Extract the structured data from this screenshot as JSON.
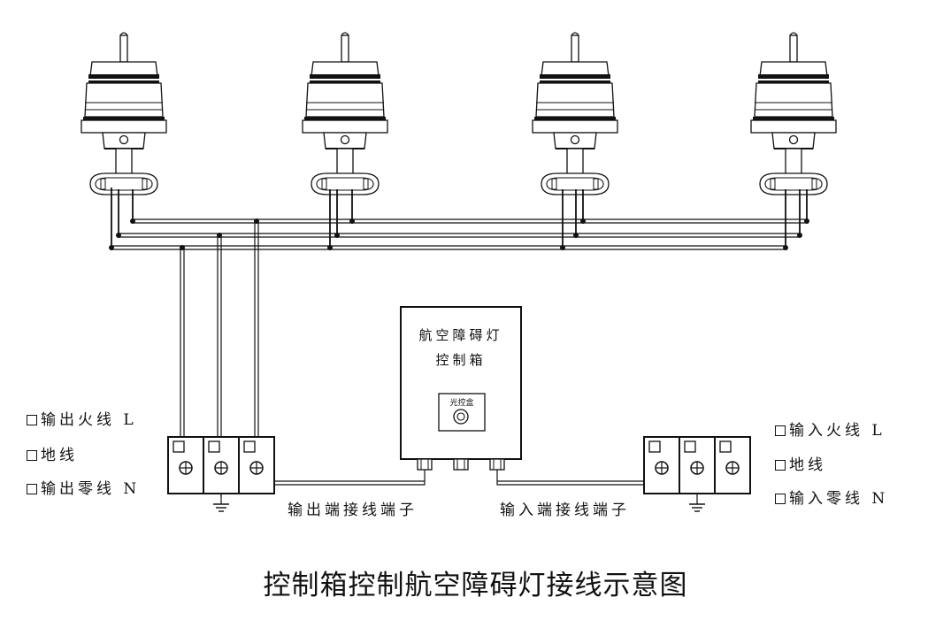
{
  "diagram": {
    "title": "控制箱控制航空障碍灯接线示意图",
    "control_box": {
      "line1": "航空障碍灯",
      "line2": "控制箱",
      "sensor_label": "光控盒"
    },
    "output_terminal": {
      "caption": "输出端接线端子",
      "labels": [
        "输出火线 L",
        "地线",
        "输出零线 N"
      ]
    },
    "input_terminal": {
      "caption": "输入端接线端子",
      "labels": [
        "输入火线 L",
        "地线",
        "输入零线 N"
      ]
    },
    "lamps": [
      {
        "name": "obstruction-lamp-1"
      },
      {
        "name": "obstruction-lamp-2"
      },
      {
        "name": "obstruction-lamp-3"
      },
      {
        "name": "obstruction-lamp-4"
      }
    ]
  }
}
